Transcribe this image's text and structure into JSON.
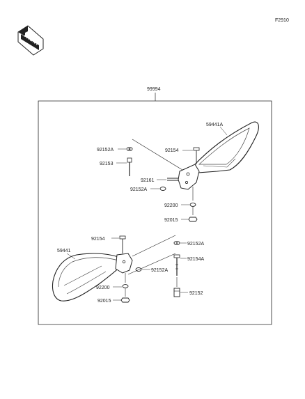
{
  "figure_code": "F2910",
  "front_badge": "FRONT",
  "assembly_number": "99994",
  "right_mirror": {
    "assy": "59441A",
    "parts": {
      "washer_top": "92152A",
      "bolt_top": "92154",
      "stud": "92153",
      "pin": "92161",
      "washer_mid": "92152A",
      "spacer": "92200",
      "nut": "92015"
    }
  },
  "left_mirror": {
    "assy": "59441",
    "parts": {
      "bolt_top": "92154",
      "washer_side": "92152A",
      "spacer": "92200",
      "nut": "92015"
    }
  },
  "hardware_stack": {
    "washer_top": "92152A",
    "bolt": "92154A",
    "collar": "92152"
  }
}
